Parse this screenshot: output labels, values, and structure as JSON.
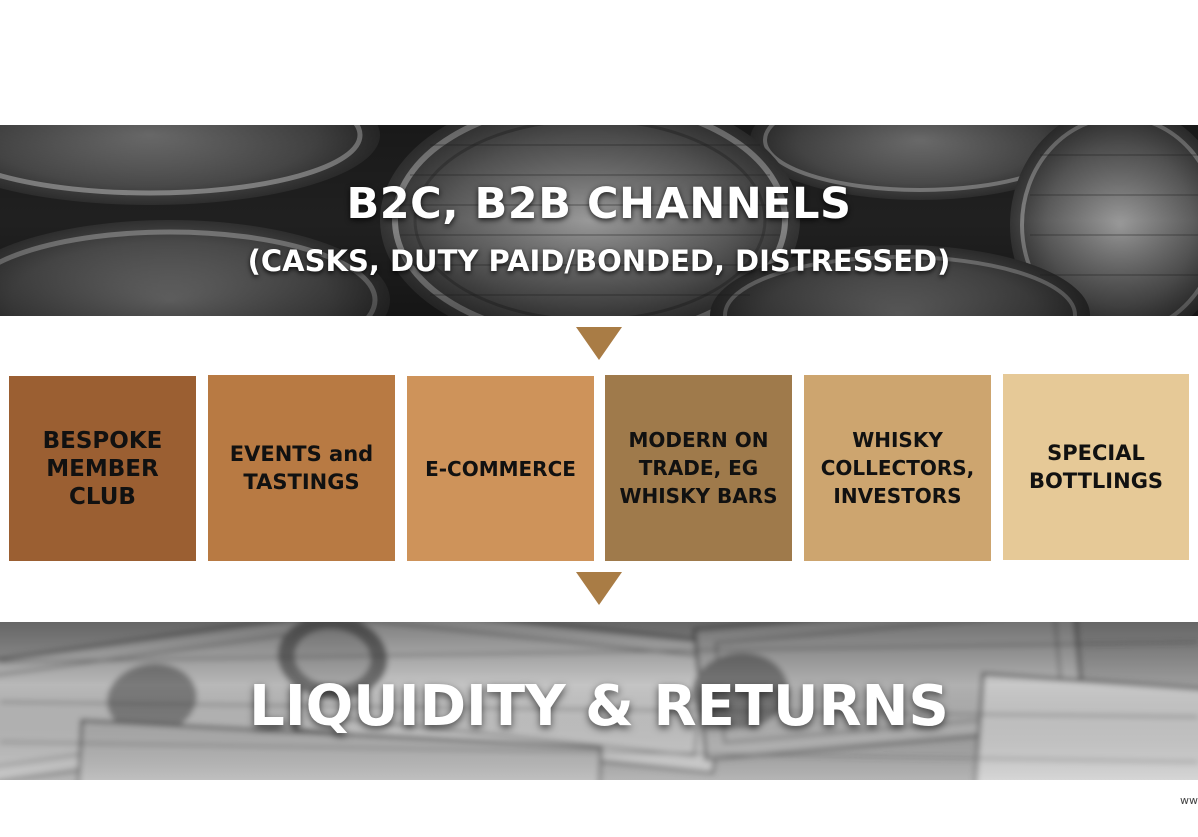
{
  "top_banner": {
    "title": "B2C, B2B CHANNELS",
    "subtitle": "(CASKS, DUTY PAID/BONDED, DISTRESSED)"
  },
  "channels": [
    {
      "lines": [
        "BESPOKE",
        "MEMBER",
        "CLUB"
      ],
      "color": "#9b5f32"
    },
    {
      "lines": [
        "EVENTS and",
        "TASTINGS"
      ],
      "color": "#b87a43"
    },
    {
      "lines": [
        "E-COMMERCE"
      ],
      "color": "#ce935a"
    },
    {
      "lines": [
        "MODERN ON",
        "TRADE, EG",
        "WHISKY BARS"
      ],
      "color": "#9f7a4b"
    },
    {
      "lines": [
        "WHISKY",
        "COLLECTORS,",
        "INVESTORS"
      ],
      "color": "#cda56f"
    },
    {
      "lines": [
        "SPECIAL",
        "BOTTLINGS"
      ],
      "color": "#e6c997"
    }
  ],
  "bottom_banner": {
    "title": "LIQUIDITY & RETURNS"
  },
  "footer": {
    "text": "ww"
  },
  "colors": {
    "arrow": "#a97c45"
  }
}
